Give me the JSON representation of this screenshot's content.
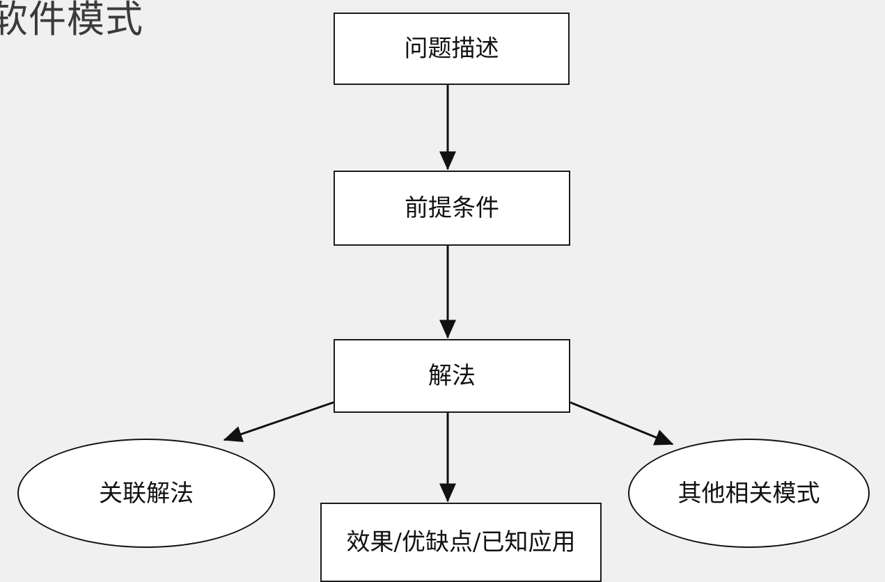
{
  "diagram": {
    "title": "软件模式",
    "background_color": "#f0f0f0",
    "node_fill_color": "#ffffff",
    "stroke_color": "#111111",
    "nodes": {
      "problem": {
        "label": "问题描述",
        "shape": "rectangle"
      },
      "premise": {
        "label": "前提条件",
        "shape": "rectangle"
      },
      "solution": {
        "label": "解法",
        "shape": "rectangle"
      },
      "effects": {
        "label": "效果/优缺点/已知应用",
        "shape": "rectangle"
      },
      "related_solution": {
        "label": "关联解法",
        "shape": "ellipse"
      },
      "other_patterns": {
        "label": "其他相关模式",
        "shape": "ellipse"
      }
    },
    "edges": [
      {
        "name": "problem-to-premise",
        "from": "问题描述",
        "to": "前提条件",
        "style": "arrow"
      },
      {
        "name": "premise-to-solution",
        "from": "前提条件",
        "to": "解法",
        "style": "arrow"
      },
      {
        "name": "solution-to-effects",
        "from": "解法",
        "to": "效果/优缺点/已知应用",
        "style": "arrow"
      },
      {
        "name": "solution-to-related-solution",
        "from": "解法",
        "to": "关联解法",
        "style": "arrow"
      },
      {
        "name": "solution-to-other-patterns",
        "from": "解法",
        "to": "其他相关模式",
        "style": "arrow"
      }
    ]
  }
}
